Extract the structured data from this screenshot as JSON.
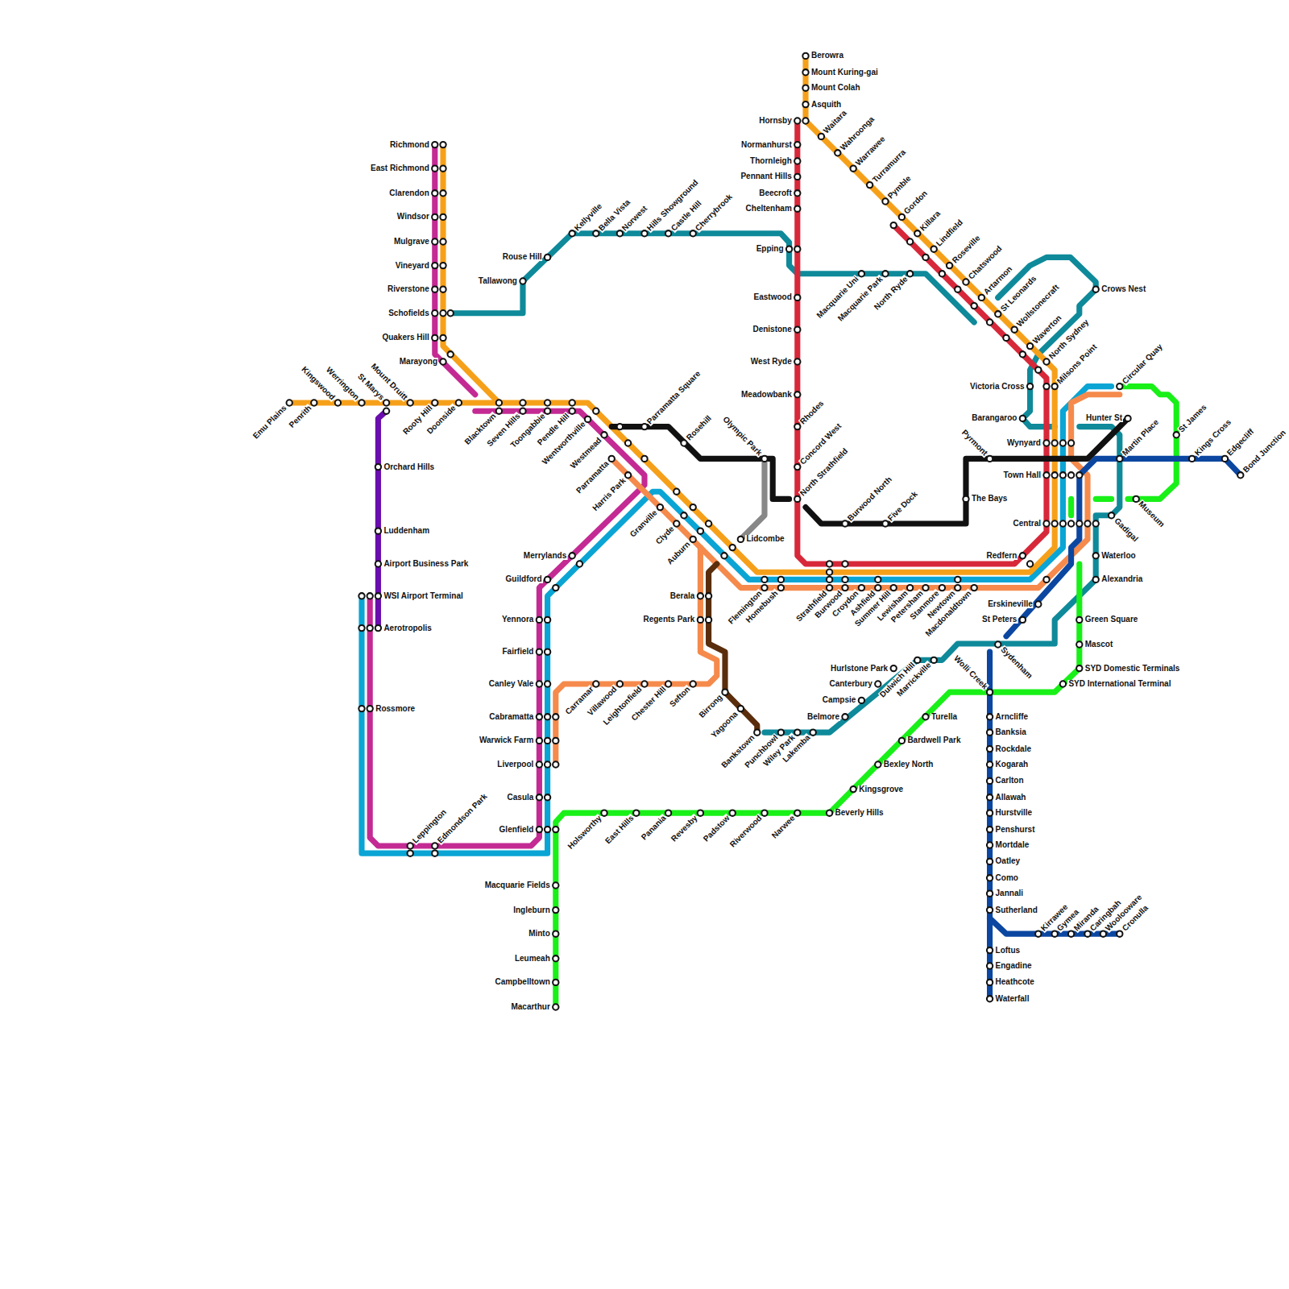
{
  "diagram": {
    "labels": [
      "Berowra",
      "Mount Kuring-gai",
      "Mount Colah",
      "Asquith",
      "Hornsby",
      "Waitara",
      "Wahroonga",
      "Warrawee",
      "Turramurra",
      "Pymble",
      "Gordon",
      "Killara",
      "Lindfield",
      "Roseville",
      "Chatswood",
      "Artarmon",
      "St Leonards",
      "Wollstonecraft",
      "Waverton",
      "North Sydney",
      "Milsons Point",
      "Crows Nest",
      "Victoria Cross",
      "Barangaroo",
      "Hunter St",
      "Circular Quay",
      "St James",
      "Kings Cross",
      "Edgecliff",
      "Bond Junction",
      "Martin Place",
      "Museum",
      "Gadigal",
      "Wynyard",
      "Town Hall",
      "Central",
      "Pyrmont",
      "The Bays",
      "Redfern",
      "Waterloo",
      "Alexandria",
      "Green Square",
      "Mascot",
      "SYD Domestic Terminals",
      "SYD International Terminal",
      "Erskineville",
      "St Peters",
      "Sydenham",
      "Wolli Creek",
      "Arncliffe",
      "Banksia",
      "Rockdale",
      "Kogarah",
      "Carlton",
      "Allawah",
      "Hurstville",
      "Penshurst",
      "Mortdale",
      "Oatley",
      "Como",
      "Jannali",
      "Sutherland",
      "Loftus",
      "Engadine",
      "Heathcote",
      "Waterfall",
      "Kirrawee",
      "Gymea",
      "Miranda",
      "Caringbah",
      "Woolooware",
      "Cronulla",
      "Normanhurst",
      "Thornleigh",
      "Pennant Hills",
      "Beecroft",
      "Cheltenham",
      "Epping",
      "Eastwood",
      "Denistone",
      "West Ryde",
      "Meadowbank",
      "Rhodes",
      "Concord West",
      "North Strathfield",
      "Rouse Hill",
      "Tallawong",
      "Kellyville",
      "Bella Vista",
      "Norwest",
      "Hills Showground",
      "Castle Hill",
      "Cherrybrook",
      "Macquarie Uni",
      "Macquarie Park",
      "North Ryde",
      "Richmond",
      "East Richmond",
      "Clarendon",
      "Windsor",
      "Mulgrave",
      "Vineyard",
      "Riverstone",
      "Schofields",
      "Quakers Hill",
      "Marayong",
      "Emu Plains",
      "Penrith",
      "Kingswood",
      "Werrington",
      "St Marys",
      "Mount Druitt",
      "Rooty Hill",
      "Doonside",
      "Blacktown",
      "Seven Hills",
      "Toongabbie",
      "Pendle Hill",
      "Wentworthville",
      "Westmead",
      "Parramatta",
      "Harris Park",
      "Granville",
      "Clyde",
      "Auburn",
      "Flemington",
      "Homebush",
      "Strathfield",
      "Burwood",
      "Croydon",
      "Ashfield",
      "Summer Hill",
      "Lewisham",
      "Petersham",
      "Stanmore",
      "Newtown",
      "Macdonaldtown",
      "Parramatta Square",
      "Rosehill",
      "Olympic Park",
      "Burwood North",
      "Five Dock",
      "Lidcombe",
      "Merrylands",
      "Guildford",
      "Yennora",
      "Fairfield",
      "Canley Vale",
      "Cabramatta",
      "Warwick Farm",
      "Liverpool",
      "Casula",
      "Glenfield",
      "Berala",
      "Regents Park",
      "Carramar",
      "Villawood",
      "Leightonfield",
      "Chester Hill",
      "Sefton",
      "Birrong",
      "Yagoona",
      "Bankstown",
      "Punchbowl",
      "Wiley Park",
      "Lakemba",
      "Belmore",
      "Campsie",
      "Canterbury",
      "Hurlstone Park",
      "Dulwich Hill",
      "Marrickville",
      "Macquarie Fields",
      "Ingleburn",
      "Minto",
      "Leumeah",
      "Campbelltown",
      "Macarthur",
      "Holsworthy",
      "East Hills",
      "Panania",
      "Revesby",
      "Padstow",
      "Riverwood",
      "Narwee",
      "Beverly Hills",
      "Kingsgrove",
      "Bexley North",
      "Bardwell Park",
      "Turella",
      "Orchard Hills",
      "Luddenham",
      "Airport Business Park",
      "WSI Airport Terminal",
      "Aerotropolis",
      "Rossmore",
      "Leppington",
      "Edmondson Park"
    ]
  }
}
